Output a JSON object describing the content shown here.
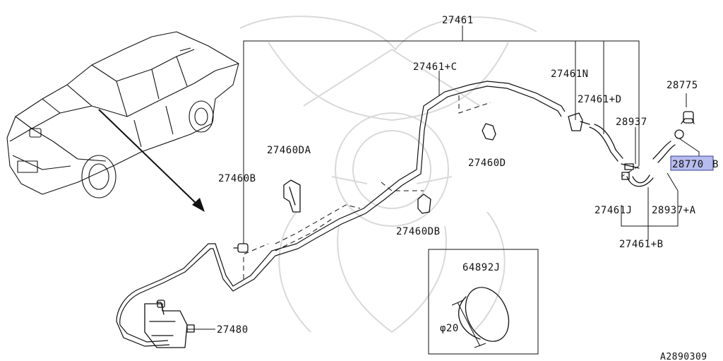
{
  "diagram": {
    "labels": {
      "p27461": "27461",
      "p27461c": "27461+C",
      "p27461n": "27461N",
      "p27461d": "27461+D",
      "p28775": "28775",
      "p28937": "28937",
      "p28770b_main": "28770",
      "p28770b_suffix": "B",
      "p27460da": "27460DA",
      "p27460d": "27460D",
      "p27460b": "27460B",
      "p27461j": "27461J",
      "p28937a": "28937+A",
      "p27461b": "27461+B",
      "p27460db": "27460DB",
      "p64892j": "64892J",
      "phi20": "φ20",
      "p27480": "27480",
      "ref": "A2890309"
    },
    "highlight_color": "#b7bcef"
  }
}
